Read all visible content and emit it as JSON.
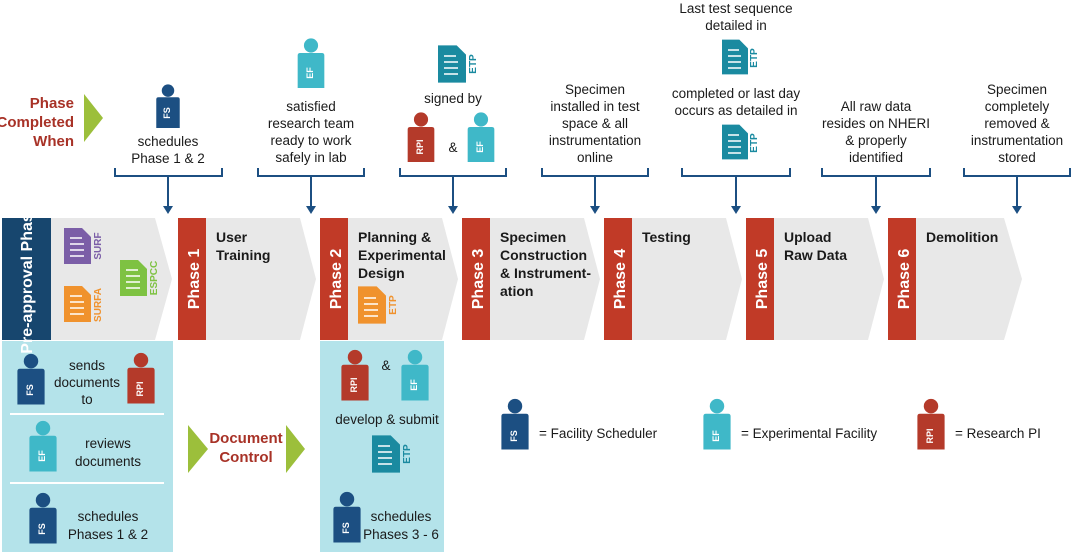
{
  "colors": {
    "fs": "#1c4f82",
    "ef": "#3fb8c8",
    "rpi": "#b43a2a",
    "red": "#a83227",
    "green": "#9cbf3b",
    "purple": "#7b5ea7",
    "orange": "#f0922d",
    "lime": "#7ec242",
    "teal_bg": "#b4e3ea",
    "navy": "#17466e",
    "gray": "#e8e8e8"
  },
  "icons": {
    "scheduler": "person-icon",
    "document": "document-icon",
    "arrow": "chevron-right-icon"
  },
  "phase_completed": {
    "line1": "Phase",
    "line2": "Completed",
    "line3": "When"
  },
  "document_control": {
    "line1": "Document",
    "line2": "Control"
  },
  "badges": {
    "fs": "FS",
    "ef": "EF",
    "rpi": "RPI",
    "etp": "ETP",
    "surf": "SURF",
    "surfa": "SURFA",
    "espcc": "ESPCC",
    "amp": "&"
  },
  "pre_approval": {
    "label": "Pre-approval Phase"
  },
  "phases": [
    {
      "tab": "Phase 1",
      "title1": "User",
      "title2": "Training",
      "title3": "",
      "title4": ""
    },
    {
      "tab": "Phase 2",
      "title1": "Planning &",
      "title2": "Experimental",
      "title3": "Design",
      "title4": ""
    },
    {
      "tab": "Phase 3",
      "title1": "Specimen",
      "title2": "Construction",
      "title3": "& Instrument-",
      "title4": "ation"
    },
    {
      "tab": "Phase 4",
      "title1": "Testing",
      "title2": "",
      "title3": "",
      "title4": ""
    },
    {
      "tab": "Phase 5",
      "title1": "Upload",
      "title2": "Raw Data",
      "title3": "",
      "title4": ""
    },
    {
      "tab": "Phase 6",
      "title1": "Demolition",
      "title2": "",
      "title3": "",
      "title4": ""
    }
  ],
  "criteria": {
    "p1": {
      "l1": "schedules",
      "l2": "Phase 1 & 2"
    },
    "p2": {
      "l1": "satisfied",
      "l2": "research team",
      "l3": "ready to work",
      "l4": "safely in lab"
    },
    "p3": {
      "l1": "signed by"
    },
    "p4": {
      "l1": "Specimen",
      "l2": "installed in test",
      "l3": "space & all",
      "l4": "instrumentation",
      "l5": "online"
    },
    "p5": {
      "l1": "Last test sequence",
      "l2": "detailed in",
      "l3": "completed or last day",
      "l4": "occurs as detailed in"
    },
    "p6": {
      "l1": "All raw data",
      "l2": "resides on NHERI",
      "l3": "& properly",
      "l4": "identified"
    },
    "p7": {
      "l1": "Specimen",
      "l2": "completely",
      "l3": "removed &",
      "l4": "instrumentation",
      "l5": "stored"
    }
  },
  "pre_box": {
    "r1": {
      "l1": "sends",
      "l2": "documents",
      "l3": "to"
    },
    "r2": {
      "l1": "reviews",
      "l2": "documents"
    },
    "r3": {
      "l1": "schedules",
      "l2": "Phases 1 & 2"
    }
  },
  "p2_box": {
    "l1": "develop & submit",
    "l2": "schedules",
    "l3": "Phases 3 - 6"
  },
  "legend": [
    {
      "label": "= Facility Scheduler"
    },
    {
      "label": "= Experimental Facility"
    },
    {
      "label": "= Research PI"
    }
  ]
}
